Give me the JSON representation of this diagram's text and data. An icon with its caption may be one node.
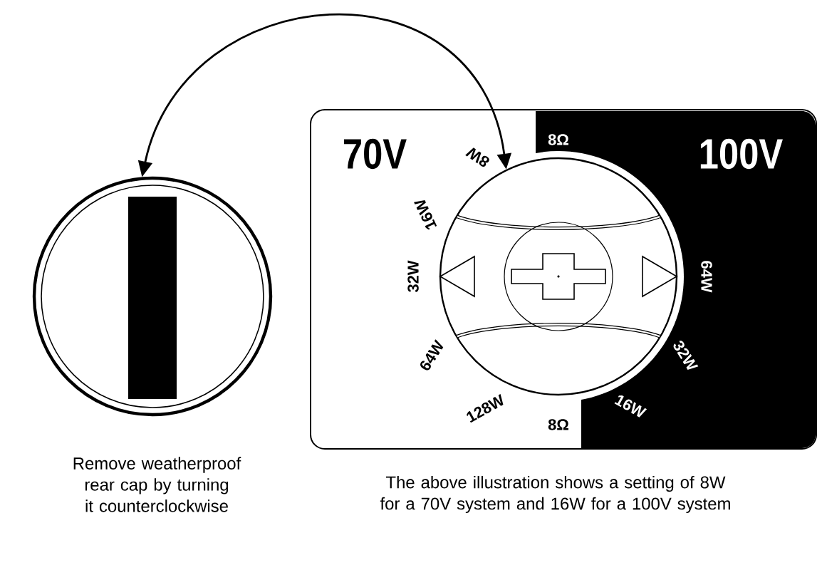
{
  "diagram": {
    "nodes": [
      {
        "text": [],
        "shape": "circle",
        "beside": [
          "Remove weatherproof rear cap by turning it counterclockwise"
        ]
      },
      {
        "text": [
          "70V",
          "100V"
        ]
      },
      {
        "text": [],
        "shape": "circle",
        "in": 1
      }
    ],
    "edges": [
      {
        "from": 0,
        "to": 2,
        "arrow": "both"
      }
    ],
    "labels": [
      "8W",
      "16W",
      "32W",
      "64W",
      "128W",
      "8Ω",
      "8Ω",
      "64W",
      "32W",
      "16W",
      "The above illustration shows a setting of 8W for a 70V system and 16W for a 100V system"
    ]
  }
}
